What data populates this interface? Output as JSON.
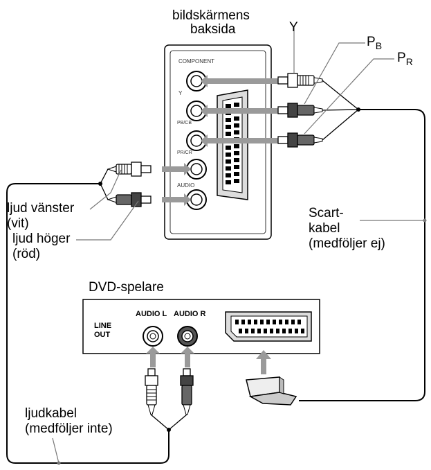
{
  "labels": {
    "screen_back_line1": "bildskärmens",
    "screen_back_line2": "baksida",
    "y": "Y",
    "pb_main": "P",
    "pb_sub": "B",
    "pr_main": "P",
    "pr_sub": "R",
    "audio_left_line1": "ljud vänster",
    "audio_left_line2": "(vit)",
    "audio_right_line1": "ljud höger",
    "audio_right_line2": "(röd)",
    "scart_line1": "Scart-",
    "scart_line2": "kabel",
    "scart_line3": "(medföljer ej)",
    "dvd_title": "DVD-spelare",
    "audio_cable_line1": "ljudkabel",
    "audio_cable_line2": "(medföljer inte)"
  },
  "panel": {
    "component": "COMPONENT",
    "y": "Y",
    "pb_cb": "PB/CB",
    "pr_cr": "PR/CR",
    "audio": "AUDIO"
  },
  "dvd": {
    "line_out_1": "LINE",
    "line_out_2": "OUT",
    "audio_l": "AUDIO L",
    "audio_r": "AUDIO R"
  }
}
